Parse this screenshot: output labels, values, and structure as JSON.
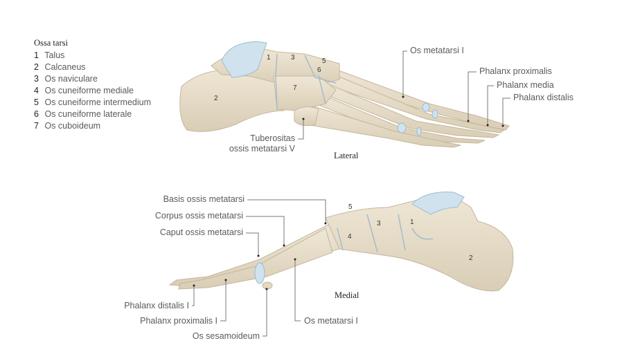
{
  "legend": {
    "title": "Ossa tarsi",
    "items": [
      {
        "num": "1",
        "label": "Talus"
      },
      {
        "num": "2",
        "label": "Calcaneus"
      },
      {
        "num": "3",
        "label": "Os naviculare"
      },
      {
        "num": "4",
        "label": "Os cuneiforme mediale"
      },
      {
        "num": "5",
        "label": "Os cuneiforme intermedium"
      },
      {
        "num": "6",
        "label": "Os cuneiforme laterale"
      },
      {
        "num": "7",
        "label": "Os cuboideum"
      }
    ]
  },
  "lateral": {
    "caption": "Lateral",
    "labels": {
      "metatarsi_i": "Os metatarsi I",
      "phalanx_proximalis": "Phalanx proximalis",
      "phalanx_media": "Phalanx media",
      "phalanx_distalis": "Phalanx distalis",
      "tuberositas_1": "Tuberositas",
      "tuberositas_2": "ossis metatarsi V"
    },
    "numbers": [
      "1",
      "3",
      "5",
      "6",
      "7",
      "2"
    ]
  },
  "medial": {
    "caption": "Medial",
    "labels": {
      "basis": "Basis ossis metatarsi",
      "corpus": "Corpus ossis metatarsi",
      "caput": "Caput ossis metatarsi",
      "phalanx_distalis_i": "Phalanx distalis I",
      "phalanx_proximalis_i": "Phalanx proximalis I",
      "sesamoideum": "Os sesamoideum",
      "metatarsi_i": "Os metatarsi I"
    },
    "numbers": [
      "5",
      "3",
      "1",
      "4",
      "2"
    ]
  },
  "colors": {
    "bone": "#e8dfcc",
    "cartilage": "#cfe2ee",
    "outline": "#c4b69c",
    "leader": "#777777"
  }
}
